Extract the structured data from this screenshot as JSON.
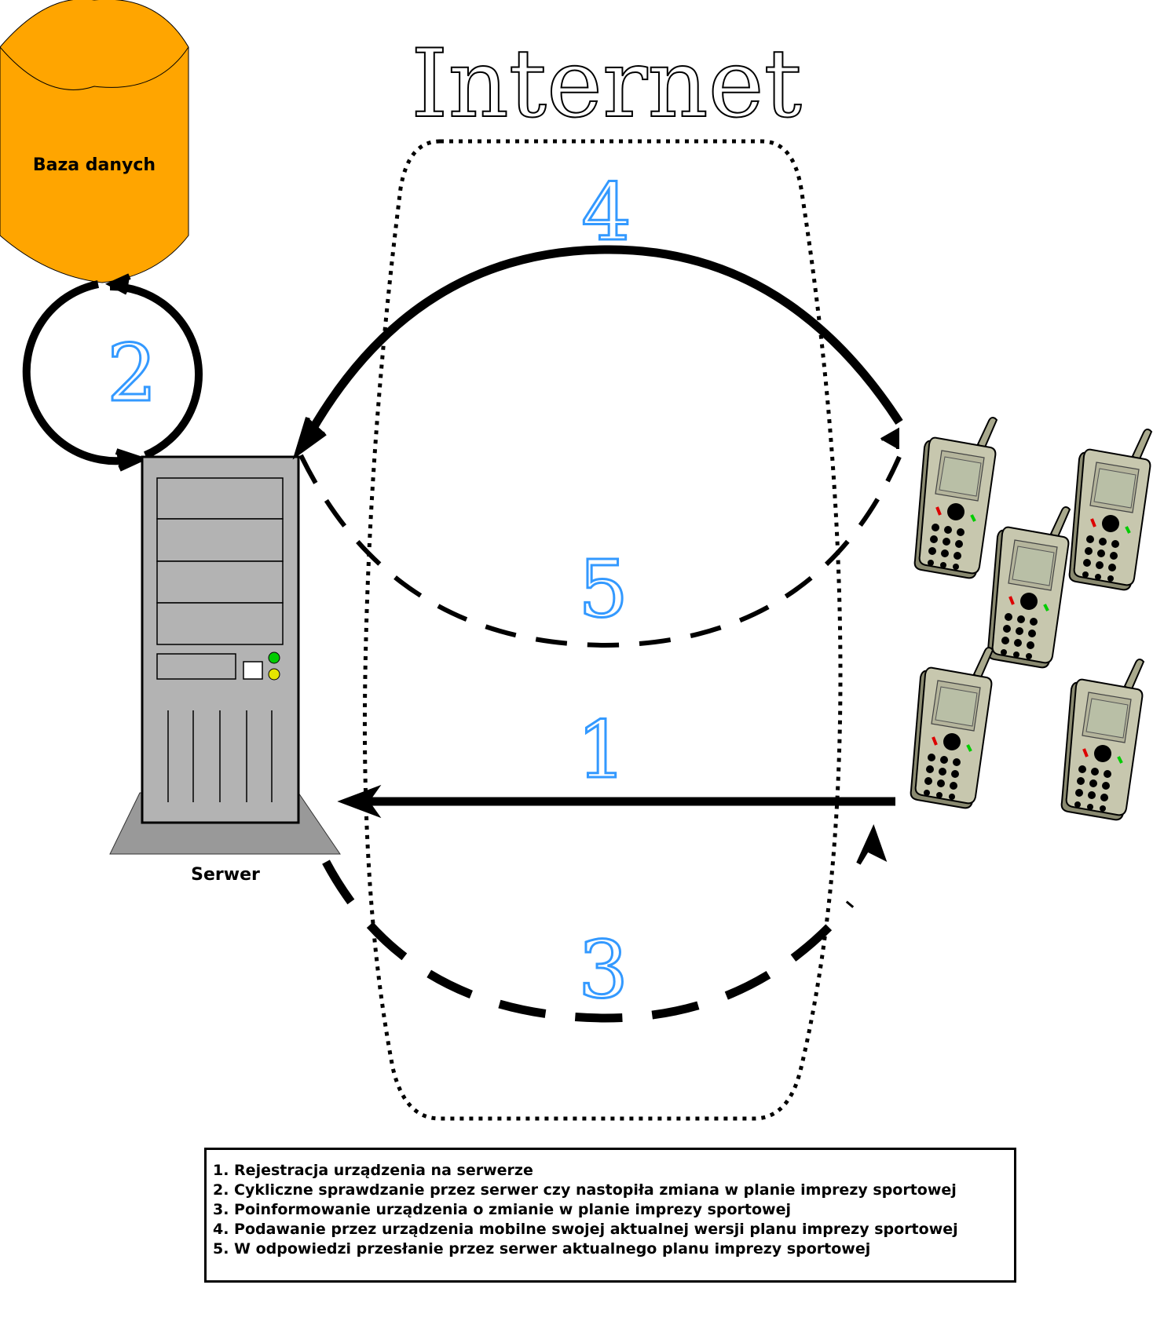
{
  "title": "Internet",
  "database": {
    "label": "Baza danych",
    "color": "#FFA500"
  },
  "server": {
    "label": "Serwer"
  },
  "steps": {
    "s1": "1",
    "s2": "2",
    "s3": "3",
    "s4": "4",
    "s5": "5"
  },
  "step_number_color": "#3399FF",
  "legend": {
    "items": [
      "1. Rejestracja urządzenia na serwerze",
      "2. Cykliczne sprawdzanie przez serwer czy nastopiła zmiana w planie imprezy sportowej",
      "3. Poinformowanie urządzenia o zmianie w planie imprezy sportowej",
      "4. Podawanie przez urządzenia mobilne swojej aktualnej wersji planu imprezy sportowej",
      "5. W odpowiedzi przesłanie przez serwer aktualnego planu imprezy sportowej"
    ]
  },
  "icons": {
    "database": "database-cylinder-icon",
    "server": "server-tower-icon",
    "mobile": "mobile-handheld-icon"
  }
}
